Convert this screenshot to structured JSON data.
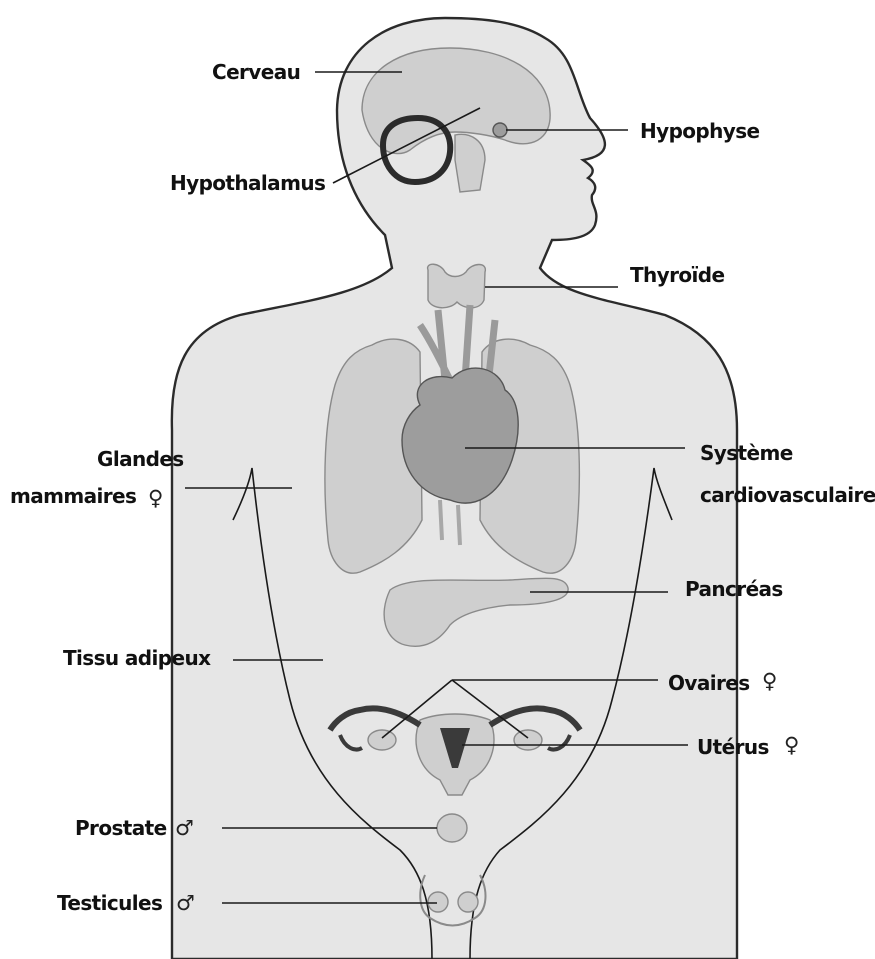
{
  "labels": {
    "cerveau": "Cerveau",
    "hypophyse": "Hypophyse",
    "hypothalamus": "Hypothalamus",
    "thyroide": "Thyroïde",
    "systeme_line1": "Système",
    "systeme_line2": "cardiovasculaire",
    "glandes_line1": "Glandes",
    "glandes_line2": "mammaires",
    "pancreas": "Pancréas",
    "tissu": "Tissu adipeux",
    "ovaires": "Ovaires",
    "uterus": "Utérus",
    "prostate": "Prostate",
    "testicules": "Testicules"
  },
  "symbols": {
    "female": "♀",
    "male": "♂"
  }
}
